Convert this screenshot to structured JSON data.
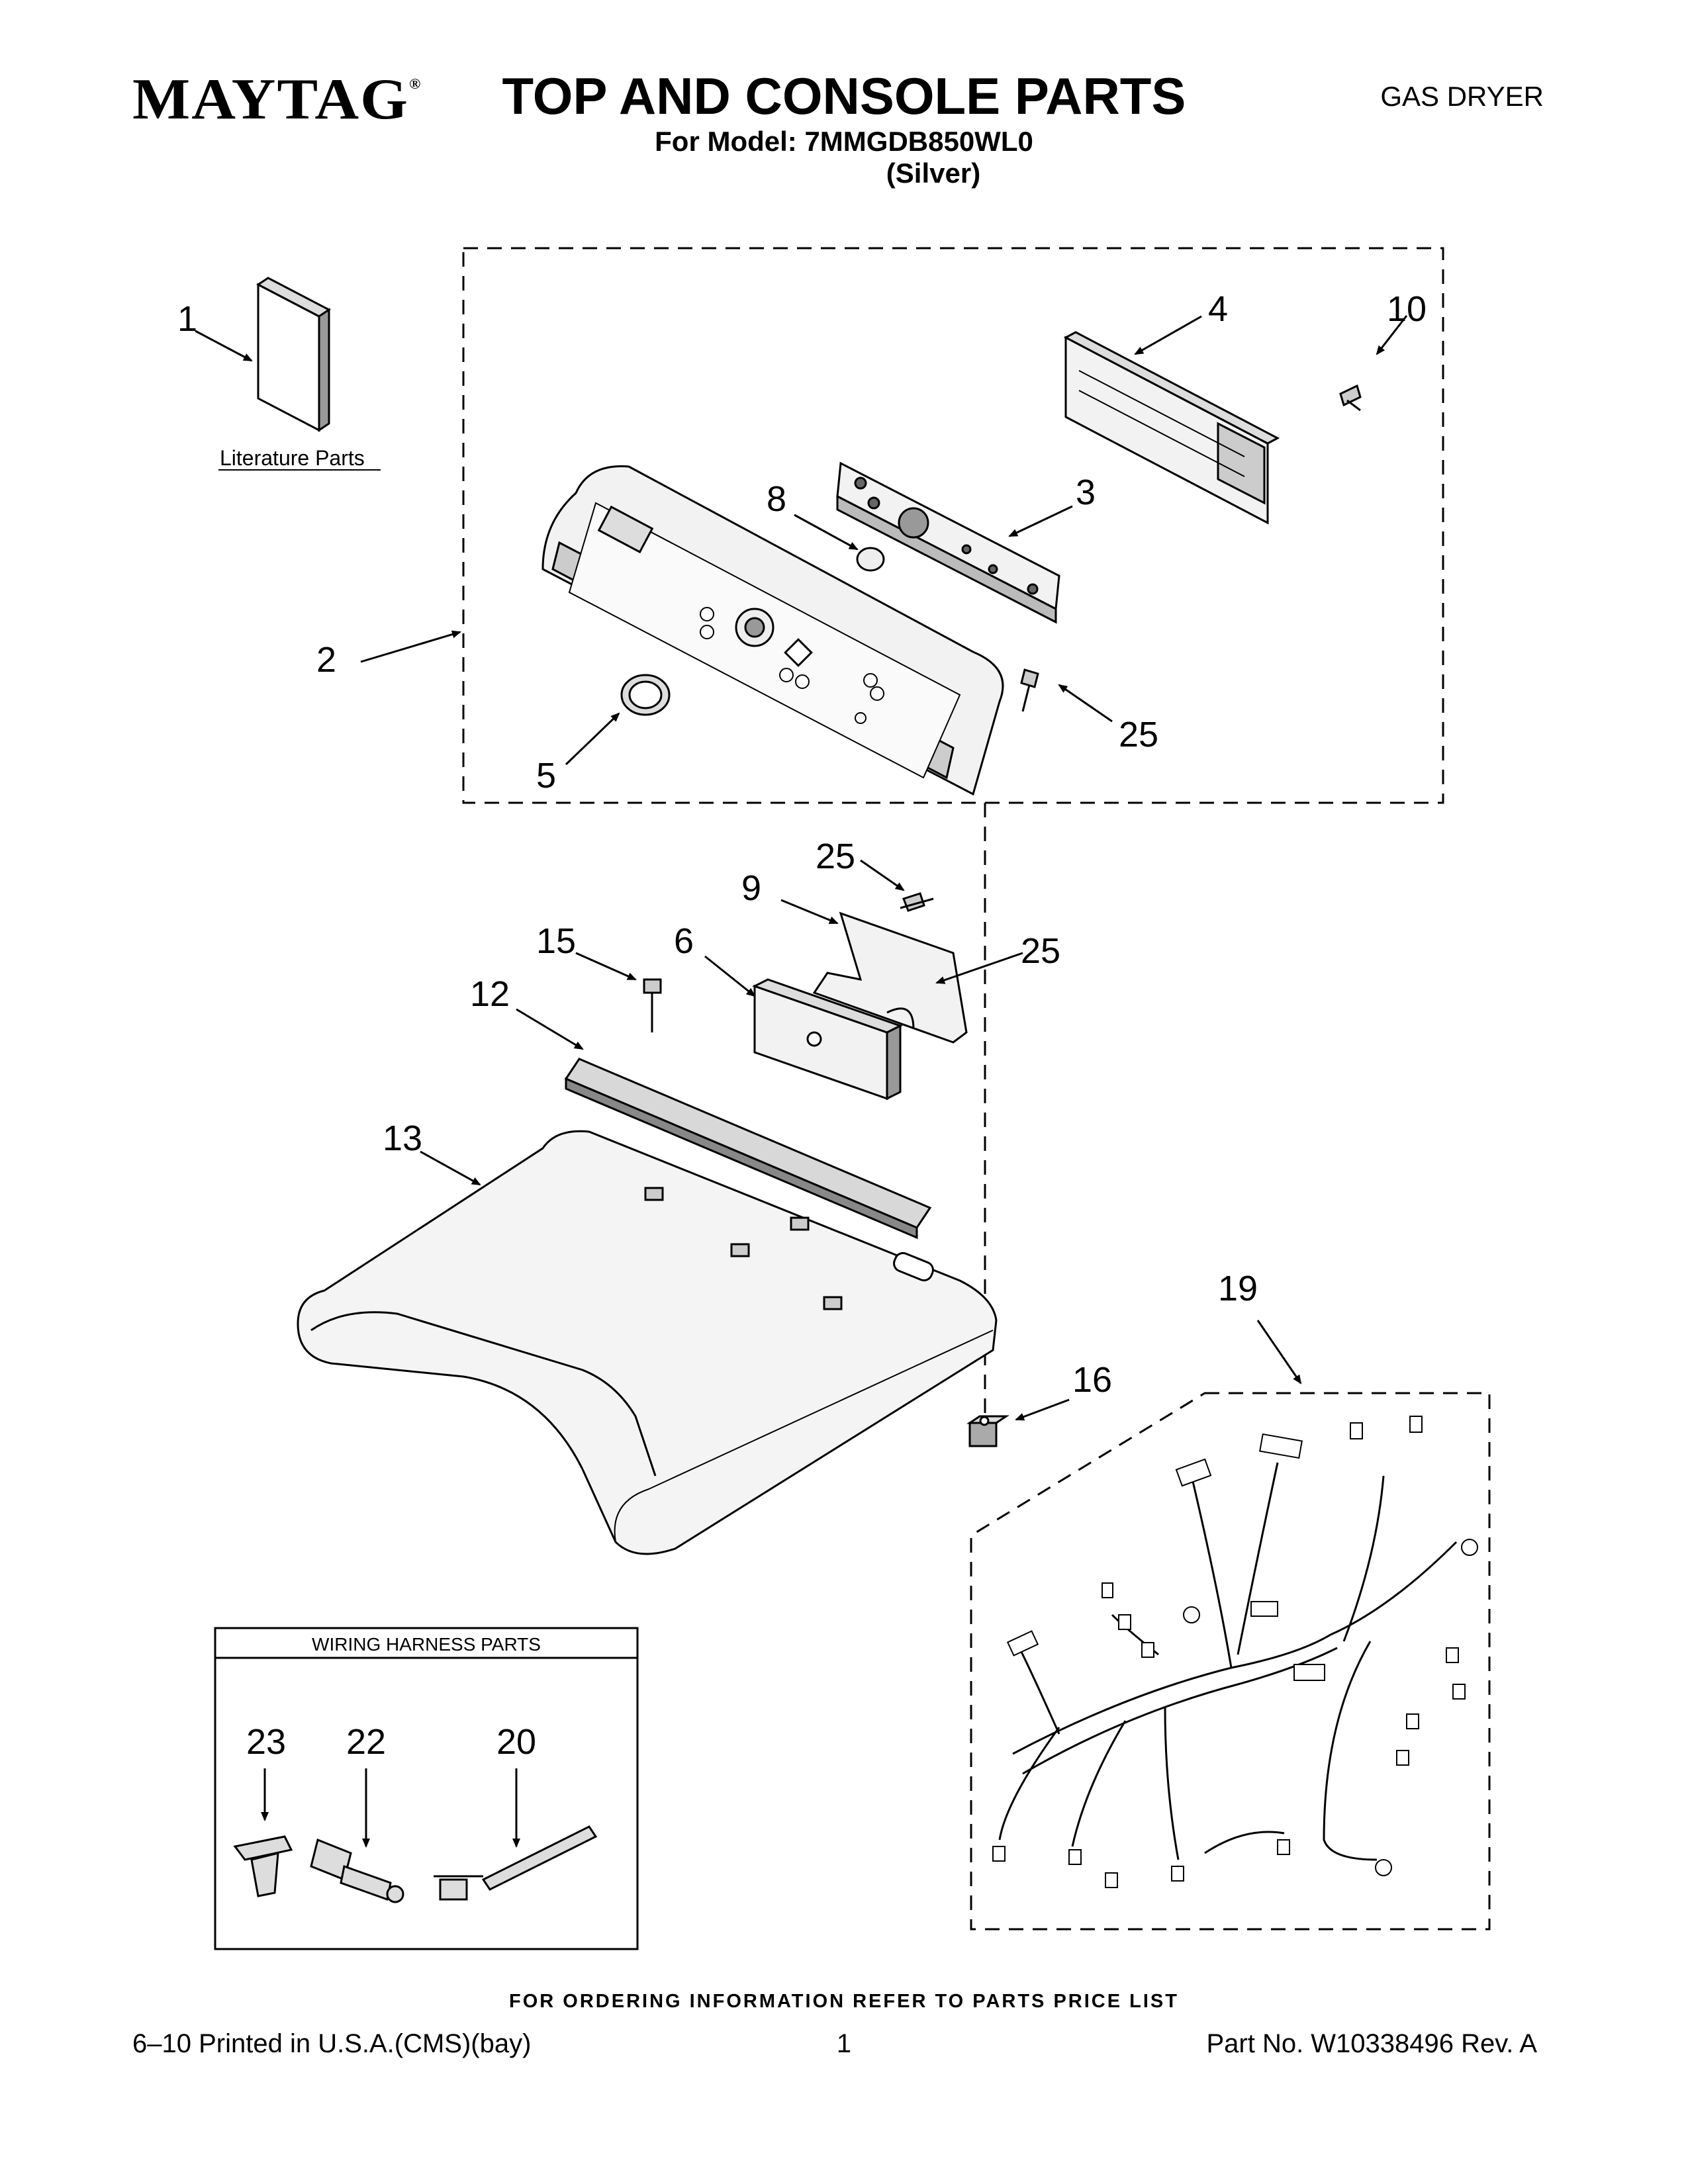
{
  "header": {
    "brand": "MAYTAG",
    "brand_mark": "®",
    "title": "TOP AND CONSOLE PARTS",
    "model_line": "For Model: 7MMGDB850WL0",
    "color_line": "(Silver)",
    "dryer_type": "GAS DRYER"
  },
  "literature": {
    "label": "Literature Parts"
  },
  "wiring_box": {
    "heading": "WIRING HARNESS PARTS"
  },
  "callouts": {
    "c1": "1",
    "c2": "2",
    "c3": "3",
    "c4": "4",
    "c5": "5",
    "c6": "6",
    "c8": "8",
    "c9": "9",
    "c10": "10",
    "c12": "12",
    "c13": "13",
    "c15": "15",
    "c16": "16",
    "c19": "19",
    "c20": "20",
    "c22": "22",
    "c23": "23",
    "c25a": "25",
    "c25b": "25",
    "c25c": "25"
  },
  "footer": {
    "ordering": "FOR ORDERING INFORMATION REFER TO PARTS PRICE LIST",
    "printed": "6–10 Printed in U.S.A.(CMS)(bay)",
    "page": "1",
    "part_no": "Part No. W10338496 Rev. A"
  }
}
